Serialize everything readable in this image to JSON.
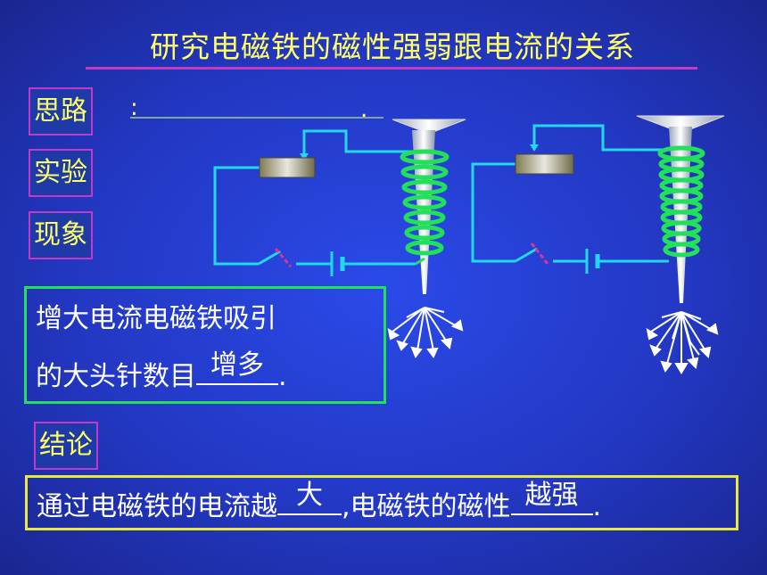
{
  "title": "研究电磁铁的磁性强弱跟电流的关系",
  "labels": {
    "idea": "思路",
    "experiment": "实验",
    "phenomenon": "现象",
    "conclusion": "结论"
  },
  "idea_colon": ":",
  "idea_end": ".",
  "observation": {
    "line1": "增大电流电磁铁吸引",
    "line2_prefix": "的大头针数目",
    "answer": "增多",
    "line2_suffix": "."
  },
  "conclusion": {
    "prefix": "通过电磁铁的电流越",
    "answer1": "大",
    "middle": ",电磁铁的磁性",
    "answer2": "越强",
    "suffix": "."
  },
  "colors": {
    "background": "#2338c4",
    "title_text": "#ffff66",
    "label_border": "#c238c8",
    "wire": "#22d8f0",
    "coil": "#22e05a",
    "observation_border": "#22e05a",
    "conclusion_border": "#e8e840",
    "switch": "#e0309a"
  }
}
